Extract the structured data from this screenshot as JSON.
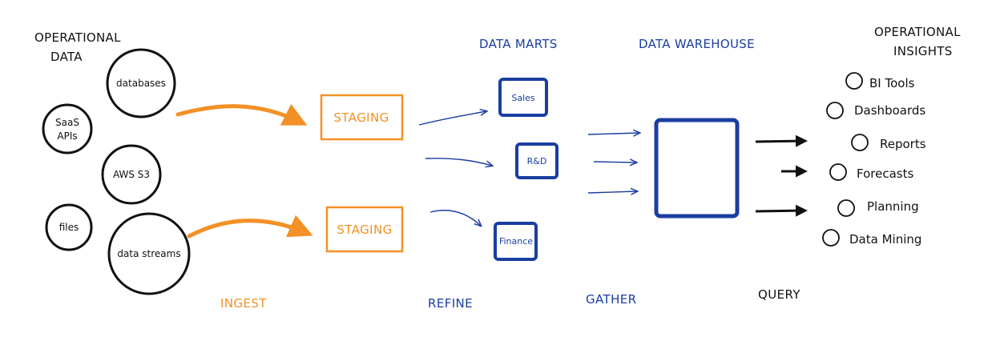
{
  "colors": {
    "orange": "#f39026",
    "blue": "#1a3ea0",
    "black": "#111111"
  },
  "headings": {
    "operational_data": [
      "OPERATIONAL",
      "DATA"
    ],
    "data_marts": "DATA MARTS",
    "data_warehouse": "DATA WAREHOUSE",
    "operational_insights": [
      "OPERATIONAL",
      "INSIGHTS"
    ]
  },
  "sources": [
    {
      "lines": [
        "databases"
      ]
    },
    {
      "lines": [
        "SaaS",
        "APIs"
      ]
    },
    {
      "lines": [
        "AWS S3"
      ]
    },
    {
      "lines": [
        "files"
      ]
    },
    {
      "lines": [
        "data streams"
      ]
    }
  ],
  "staging": [
    "STAGING",
    "STAGING"
  ],
  "marts": [
    "Sales",
    "R&D",
    "Finance"
  ],
  "insights": [
    "BI Tools",
    "Dashboards",
    "Reports",
    "Forecasts",
    "Planning",
    "Data Mining"
  ],
  "phases": {
    "ingest": "INGEST",
    "refine": "REFINE",
    "gather": "GATHER",
    "query": "QUERY"
  }
}
